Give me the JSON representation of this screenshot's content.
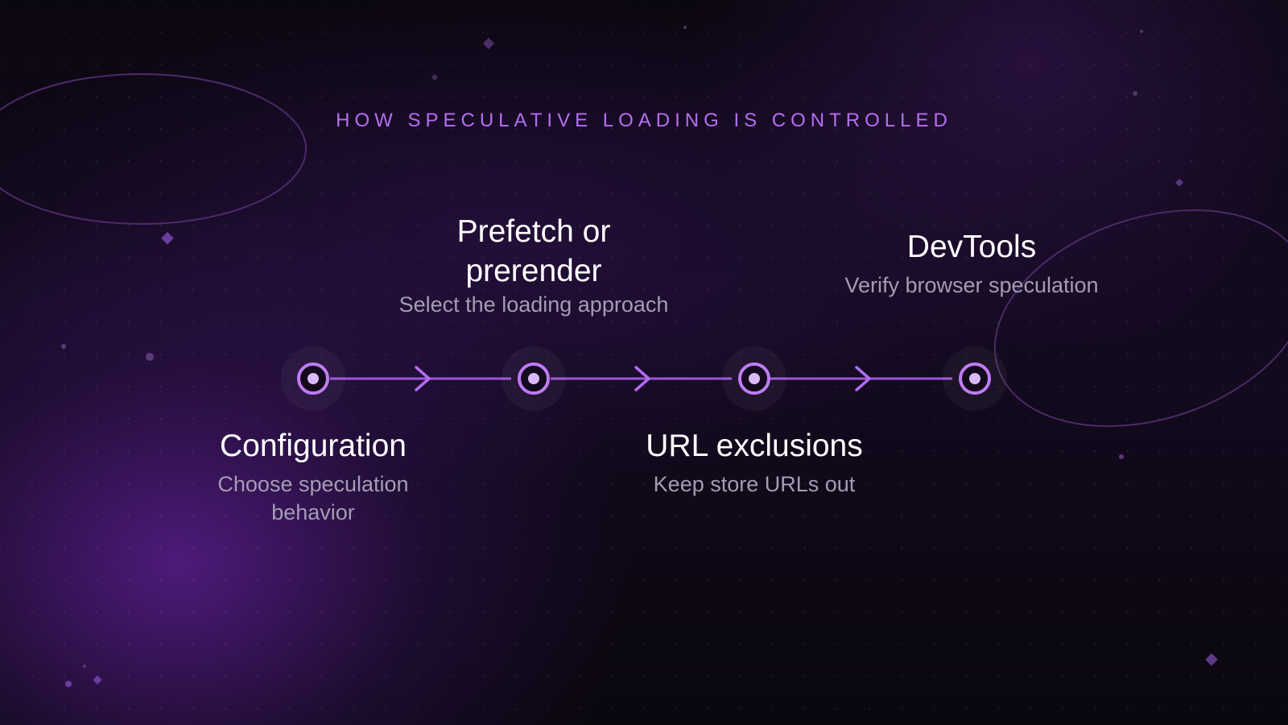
{
  "header": {
    "title": "HOW SPECULATIVE LOADING IS CONTROLLED"
  },
  "steps": [
    {
      "title": "Configuration",
      "description": "Choose speculation behavior"
    },
    {
      "title": "Prefetch or prerender",
      "description": "Select the loading approach"
    },
    {
      "title": "URL exclusions",
      "description": "Keep store URLs out"
    },
    {
      "title": "DevTools",
      "description": "Verify browser speculation"
    }
  ],
  "colors": {
    "accent": "#b56ef2",
    "node_border": "#c07cf5",
    "node_center": "#d9b8fb",
    "description_text": "#a59cb2"
  }
}
